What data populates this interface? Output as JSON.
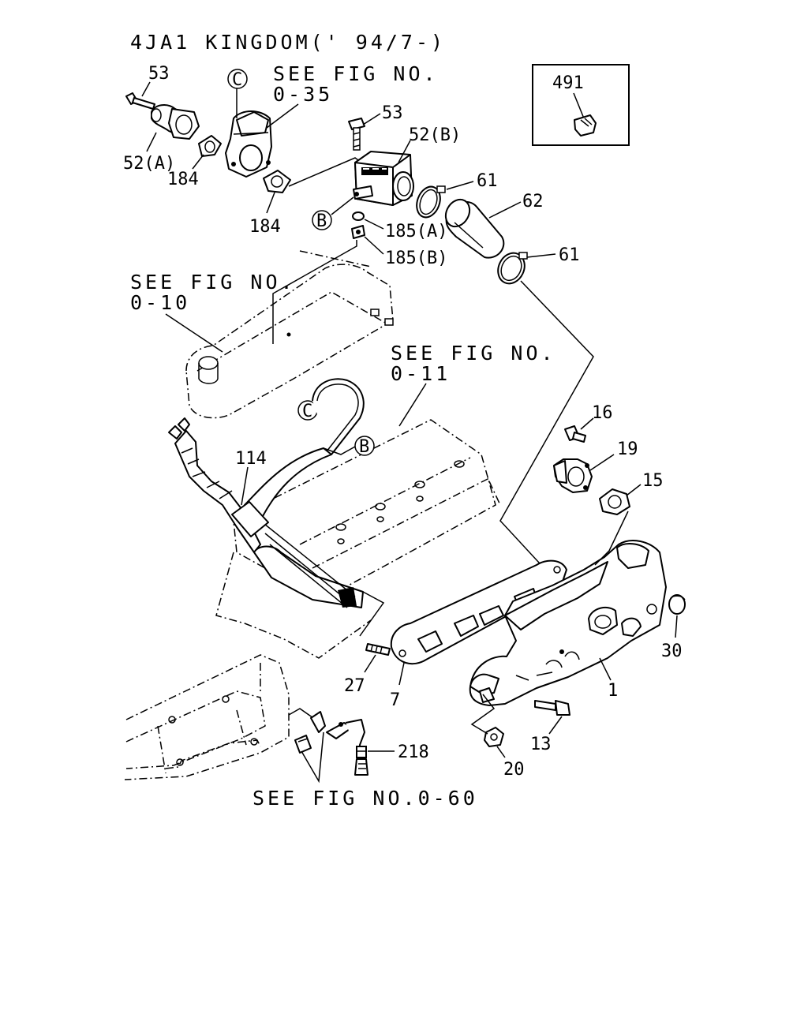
{
  "diagram": {
    "title": "4JA1 KINGDOM(' 94/7-)",
    "refs": {
      "fig_035_line1": "SEE FIG NO.",
      "fig_035_line2": "0-35",
      "fig_010_line1": "SEE FIG NO.",
      "fig_010_line2": "0-10",
      "fig_011_line1": "SEE FIG NO.",
      "fig_011_line2": "0-11",
      "fig_060": "SEE FIG NO.0-60"
    },
    "circle_markers": {
      "c_top": "C",
      "b_top": "B",
      "c_mid": "C",
      "b_mid": "B"
    },
    "inset_part": "491",
    "part_labels": {
      "p53_left": "53",
      "p52a": "52(A)",
      "p184_a": "184",
      "p184_b": "184",
      "p53_right": "53",
      "p52b": "52(B)",
      "p61_top": "61",
      "p62": "62",
      "p185a": "185(A)",
      "p185b": "185(B)",
      "p61_bottom": "61",
      "p16": "16",
      "p19": "19",
      "p15": "15",
      "p114": "114",
      "p30": "30",
      "p1": "1",
      "p27": "27",
      "p7": "7",
      "p13": "13",
      "p20": "20",
      "p218": "218"
    }
  }
}
